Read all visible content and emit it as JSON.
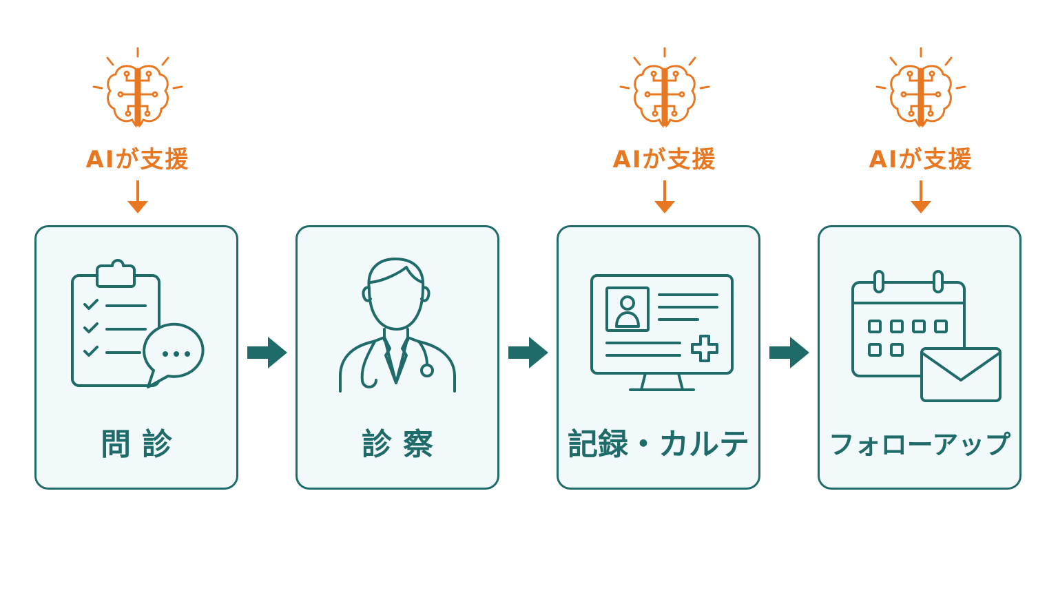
{
  "colors": {
    "teal": "#1f6b6a",
    "orange": "#e87722",
    "box_fill": "#f1f9fb"
  },
  "stages": [
    {
      "label": "問診",
      "icon": "clipboard-chat-icon",
      "ai_support": true
    },
    {
      "label": "診察",
      "icon": "doctor-icon",
      "ai_support": false
    },
    {
      "label": "記録・カルテ",
      "icon": "monitor-record-icon",
      "ai_support": true
    },
    {
      "label": "フォローアップ",
      "icon": "calendar-mail-icon",
      "ai_support": true
    }
  ],
  "ai": {
    "label": "AIが支援",
    "icon": "brain-circuit-icon"
  }
}
